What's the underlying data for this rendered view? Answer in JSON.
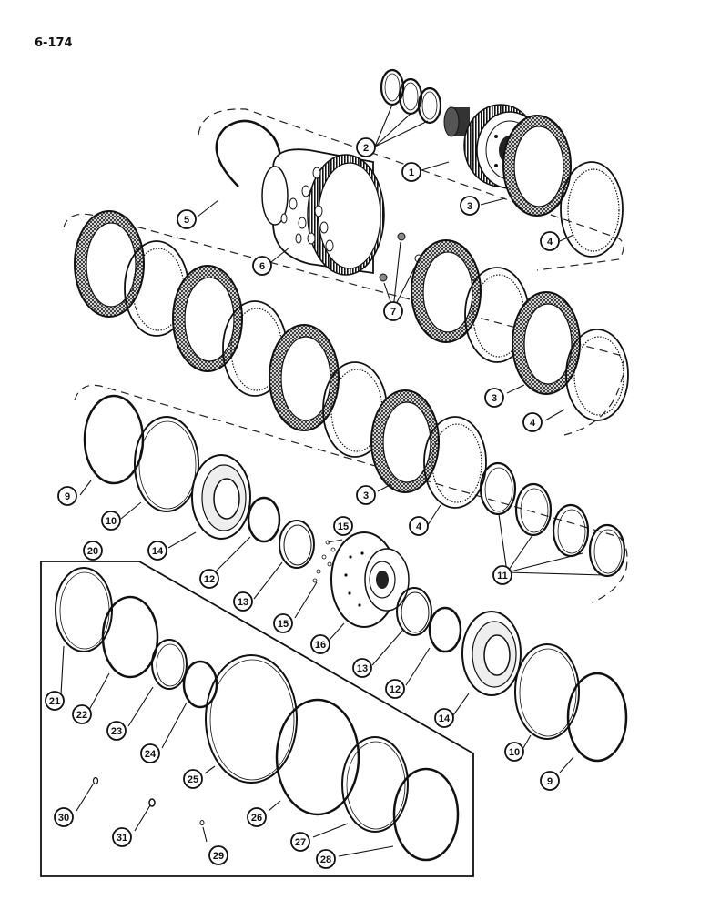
{
  "page": {
    "number": "6-174"
  },
  "diagram": {
    "callouts": [
      {
        "id": "c1",
        "label": "1"
      },
      {
        "id": "c2",
        "label": "2"
      },
      {
        "id": "c3a",
        "label": "3"
      },
      {
        "id": "c4a",
        "label": "4"
      },
      {
        "id": "c5",
        "label": "5"
      },
      {
        "id": "c6",
        "label": "6"
      },
      {
        "id": "c7",
        "label": "7"
      },
      {
        "id": "c3b",
        "label": "3"
      },
      {
        "id": "c4b",
        "label": "4"
      },
      {
        "id": "c3c",
        "label": "3"
      },
      {
        "id": "c4c",
        "label": "4"
      },
      {
        "id": "c9a",
        "label": "9"
      },
      {
        "id": "c10a",
        "label": "10"
      },
      {
        "id": "c14a",
        "label": "14"
      },
      {
        "id": "c12a",
        "label": "12"
      },
      {
        "id": "c13a",
        "label": "13"
      },
      {
        "id": "c15a",
        "label": "15"
      },
      {
        "id": "c15b",
        "label": "15"
      },
      {
        "id": "c11",
        "label": "11"
      },
      {
        "id": "c16",
        "label": "16"
      },
      {
        "id": "c13b",
        "label": "13"
      },
      {
        "id": "c12b",
        "label": "12"
      },
      {
        "id": "c14b",
        "label": "14"
      },
      {
        "id": "c10b",
        "label": "10"
      },
      {
        "id": "c9b",
        "label": "9"
      },
      {
        "id": "c20",
        "label": "20"
      },
      {
        "id": "c21",
        "label": "21"
      },
      {
        "id": "c22",
        "label": "22"
      },
      {
        "id": "c23",
        "label": "23"
      },
      {
        "id": "c24",
        "label": "24"
      },
      {
        "id": "c25",
        "label": "25"
      },
      {
        "id": "c26",
        "label": "26"
      },
      {
        "id": "c27",
        "label": "27"
      },
      {
        "id": "c28",
        "label": "28"
      },
      {
        "id": "c29",
        "label": "29"
      },
      {
        "id": "c30",
        "label": "30"
      },
      {
        "id": "c31",
        "label": "31"
      }
    ]
  }
}
